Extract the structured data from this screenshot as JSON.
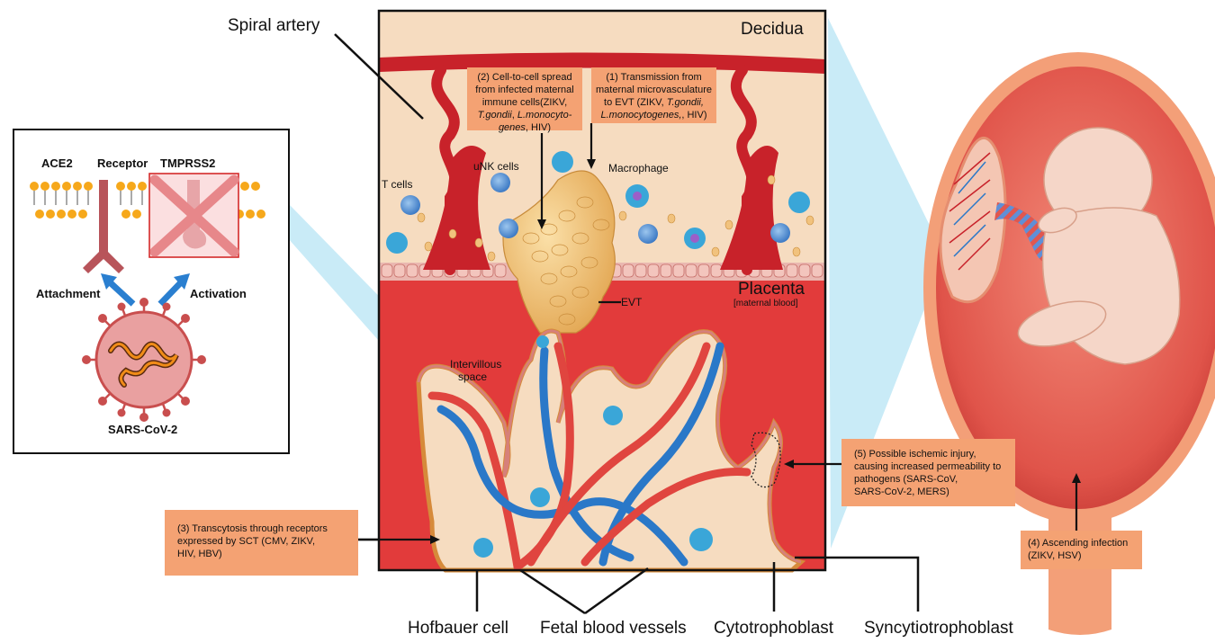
{
  "labels": {
    "spiral_artery": "Spiral artery",
    "decidua": "Decidua",
    "placenta": "Placenta",
    "maternal_blood": "[maternal blood]",
    "evt": "EVT",
    "intervillous_1": "Intervillous",
    "intervillous_2": "space",
    "t_cells": "T cells",
    "unk_cells": "uNK cells",
    "macrophage": "Macrophage",
    "hofbauer": "Hofbauer cell",
    "fetal_vessels": "Fetal blood vessels",
    "cytotrophoblast": "Cytotrophoblast",
    "syncytiotrophoblast": "Syncytiotrophoblast"
  },
  "inset": {
    "ace2": "ACE2",
    "receptor": "Receptor",
    "tmprss2": "TMPRSS2",
    "attachment": "Attachment",
    "activation": "Activation",
    "virus": "SARS-CoV-2"
  },
  "notes": {
    "n1_l1": "(1) Transmission from",
    "n1_l2": "maternal microvasculature",
    "n1_l3a": "to EVT (ZIKV, ",
    "n1_l3b": "T.gondii,",
    "n1_l4a": "L.monocytogenes,",
    "n1_l4b": ", HIV)",
    "n2_l1": "(2) Cell-to-cell spread",
    "n2_l2": "from infected maternal",
    "n2_l3": "immune cells(ZIKV,",
    "n2_l4a": "T.gondii",
    "n2_l4b": ", ",
    "n2_l4c": "L.monocyto-",
    "n2_l5a": "genes",
    "n2_l5b": ", HIV)",
    "n3_l1": "(3) Transcytosis through receptors",
    "n3_l2": "expressed by SCT (CMV, ZIKV,",
    "n3_l3": "HIV, HBV)",
    "n4_l1": "(4) Ascending infection",
    "n4_l2": "(ZIKV, HSV)",
    "n5_l1": "(5) Possible ischemic injury,",
    "n5_l2": "causing increased permeability to",
    "n5_l3": "pathogens (SARS-CoV,",
    "n5_l4": "SARS-CoV-2, MERS)"
  },
  "colors": {
    "artery": "#c8222a",
    "decidua_bg": "#f6dcc0",
    "placenta_red": "#e23b3b",
    "trophoblast": "#f1c27d",
    "fetal_red": "#e0453f",
    "fetal_blue": "#2a78c8",
    "note_bg": "#f4a273",
    "callout": "#bfe8f6",
    "arrow_blue": "#2a7fd0"
  }
}
